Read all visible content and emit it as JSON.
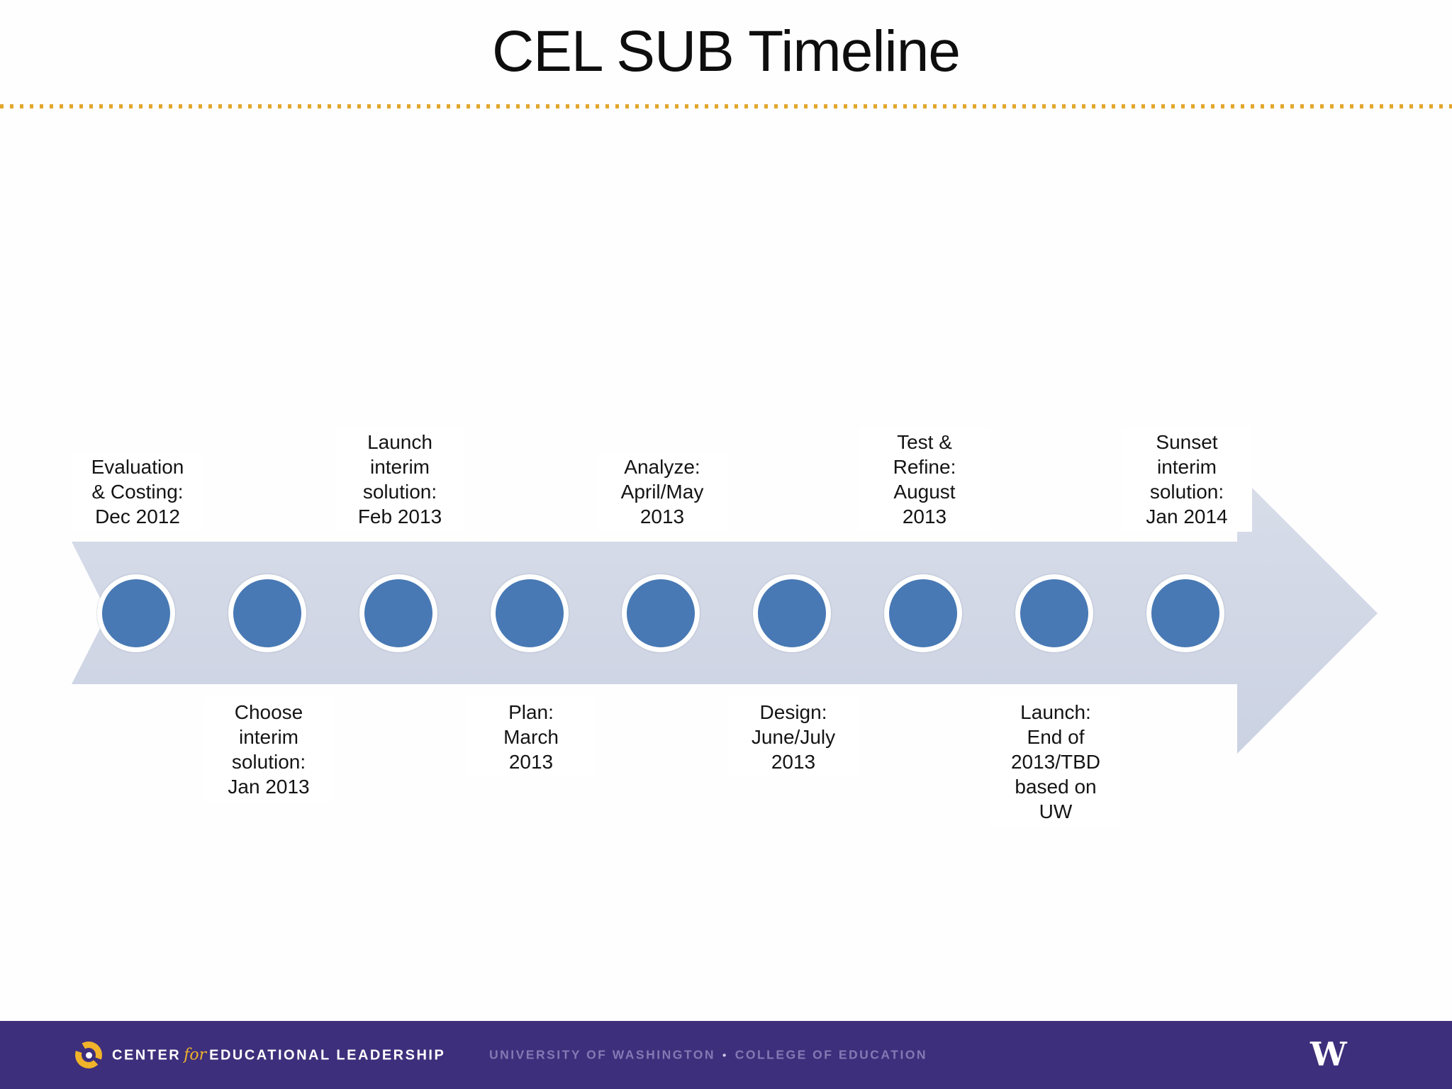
{
  "slide": {
    "title": "CEL SUB Timeline"
  },
  "divider": {
    "color": "#e2a72e",
    "style": "dotted"
  },
  "timeline": {
    "type": "process-arrow",
    "direction": "left-to-right",
    "milestone_count": 9,
    "milestones": [
      {
        "label": "Evaluation\n& Costing:\nDec 2012",
        "position": "above"
      },
      {
        "label": "Choose\ninterim\nsolution:\nJan 2013",
        "position": "below"
      },
      {
        "label": "Launch\ninterim\nsolution:\nFeb 2013",
        "position": "above"
      },
      {
        "label": "Plan:\nMarch\n2013",
        "position": "below"
      },
      {
        "label": "Analyze:\nApril/May\n2013",
        "position": "above"
      },
      {
        "label": "Design:\nJune/July\n2013",
        "position": "below"
      },
      {
        "label": "Test &\nRefine:\nAugust\n2013",
        "position": "above"
      },
      {
        "label": "Launch:\nEnd of\n2013/TBD\nbased on\nUW",
        "position": "below"
      },
      {
        "label": "Sunset\ninterim\nsolution:\nJan 2014",
        "position": "above"
      }
    ],
    "colors": {
      "arrow_band_top": "#d8dde9",
      "arrow_band_bottom": "#cbd2e2",
      "dot_fill": "#4879b4",
      "dot_ring": "#ffffff",
      "label_text": "#141414"
    }
  },
  "footer": {
    "org": {
      "center": "CENTER",
      "for": "for",
      "rest": "EDUCATIONAL LEADERSHIP"
    },
    "university": "UNIVERSITY OF WASHINGTON",
    "separator": "•",
    "college": "COLLEGE OF EDUCATION",
    "w_logo": "W",
    "colors": {
      "bar": "#3e2f7c",
      "gold": "#f0b32a",
      "muted_text": "#8578b3",
      "white_text": "#ffffff"
    }
  }
}
